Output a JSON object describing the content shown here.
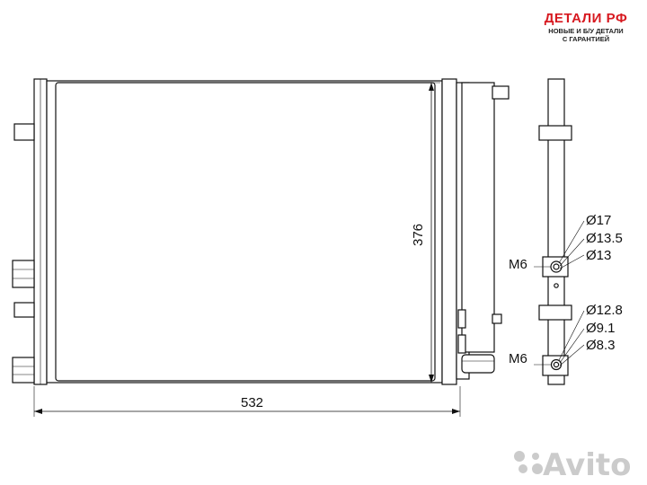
{
  "brand": {
    "title": "ДЕТАЛИ РФ",
    "subtitle_line1": "НОВЫЕ И Б/У ДЕТАЛИ",
    "subtitle_line2": "С ГАРАНТИЕЙ",
    "color": "#d71920"
  },
  "dimensions": {
    "width": "532",
    "height": "376"
  },
  "fittings": {
    "upper": {
      "thread": "M6",
      "d1": "Ø17",
      "d2": "Ø13.5",
      "d3": "Ø13"
    },
    "lower": {
      "thread": "M6",
      "d1": "Ø12.8",
      "d2": "Ø9.1",
      "d3": "Ø8.3"
    }
  },
  "watermark": {
    "text": "Avito"
  }
}
